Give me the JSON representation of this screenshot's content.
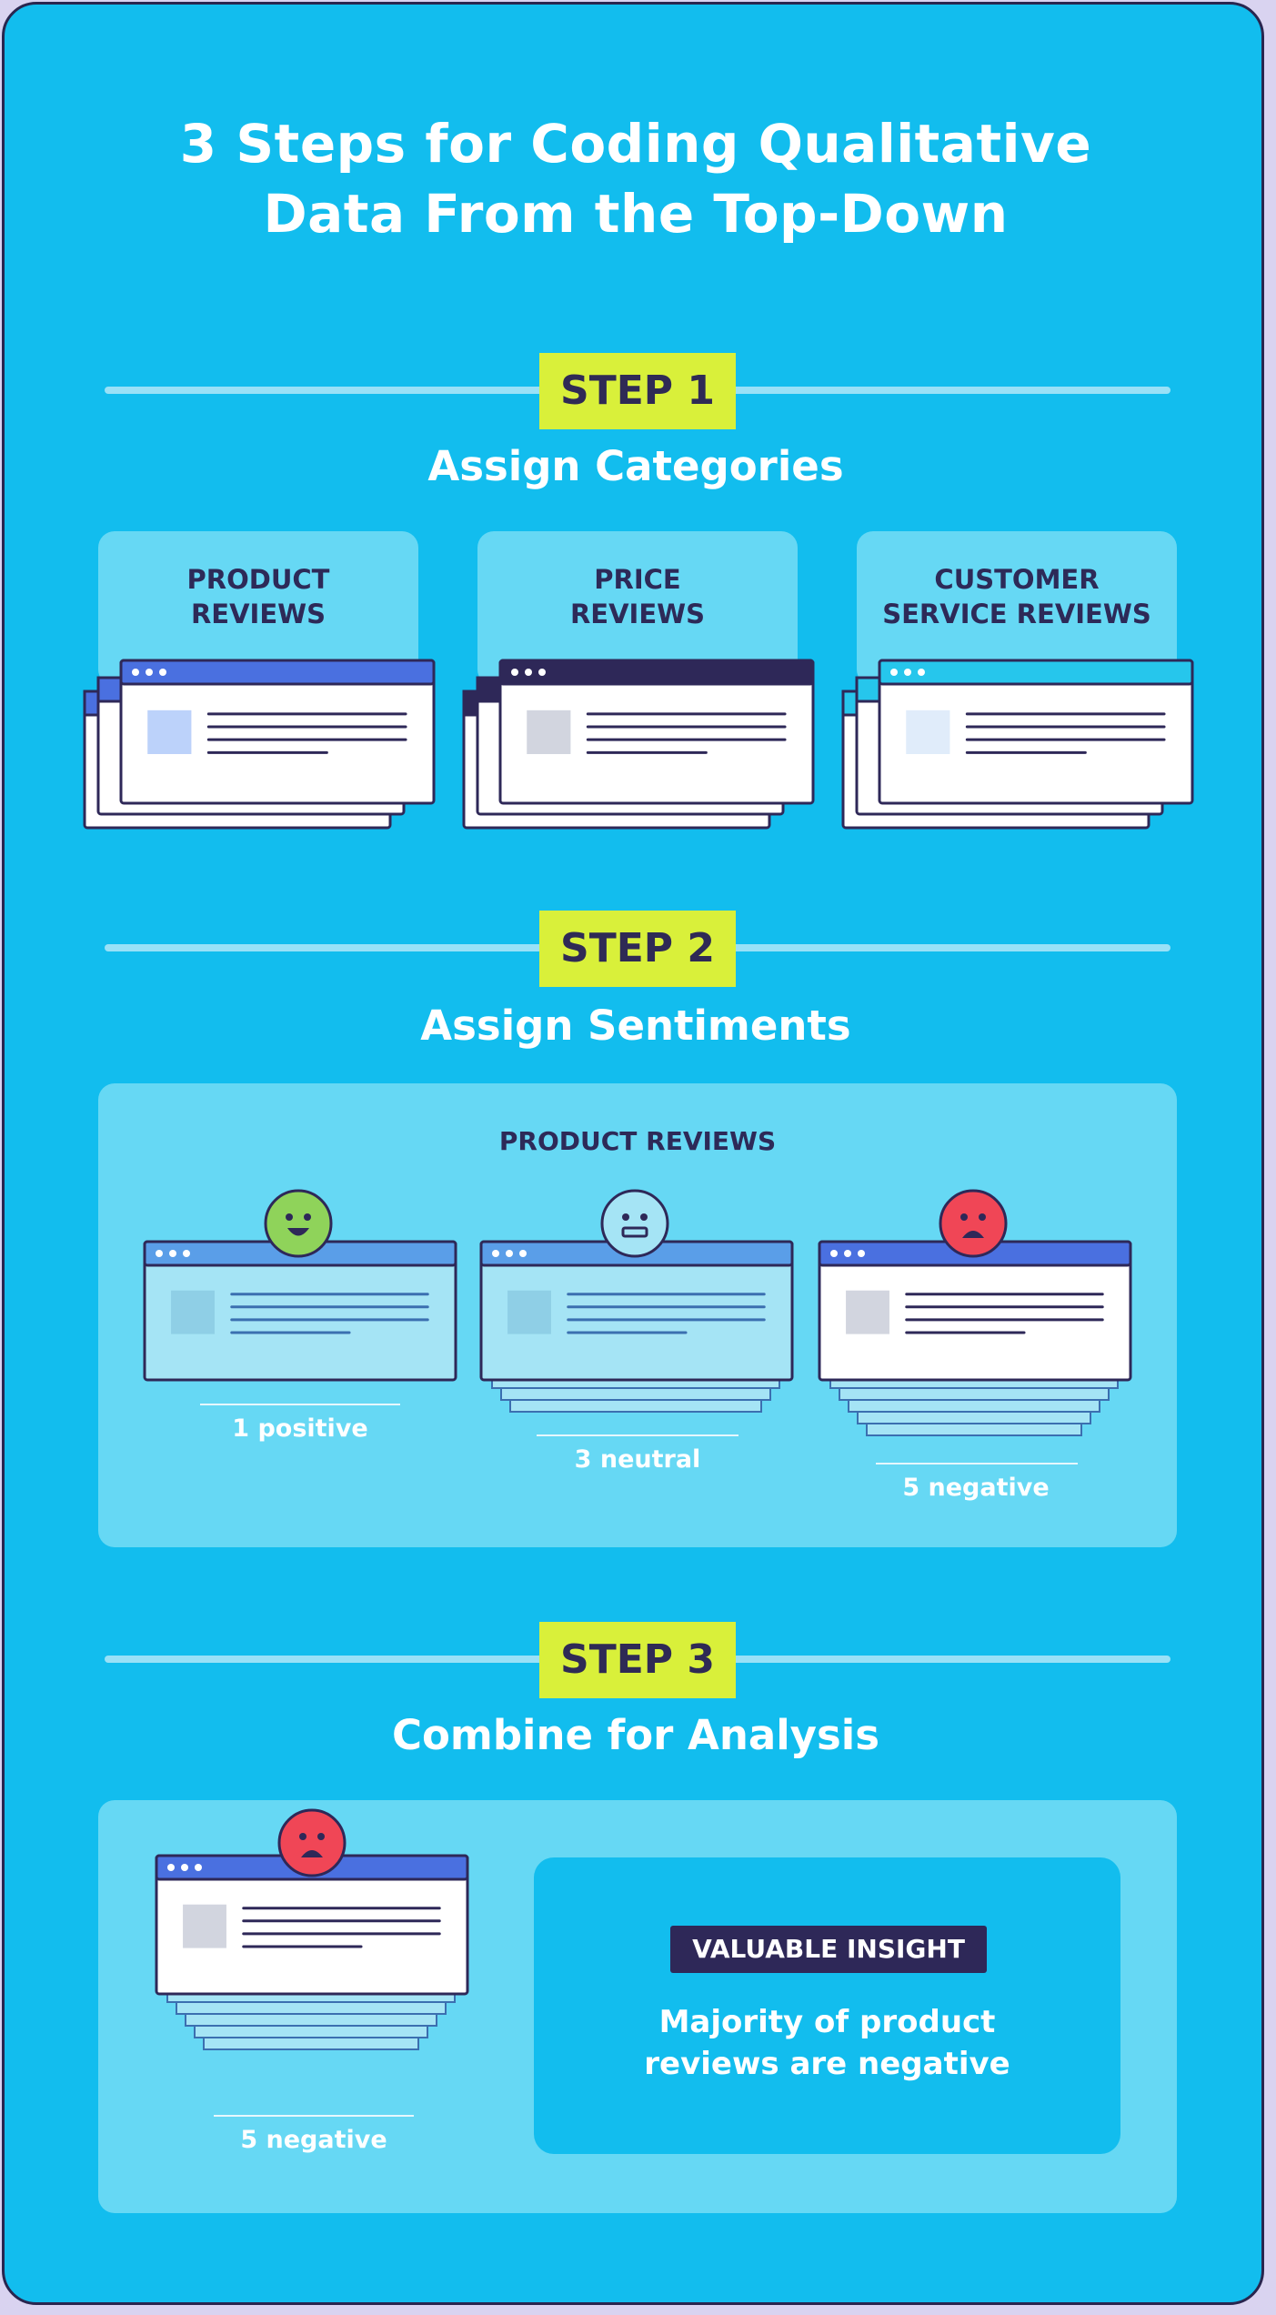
{
  "title": {
    "line1": "3 Steps for Coding Qualitative",
    "line2": "Data From the Top-Down"
  },
  "step1": {
    "badge": "STEP 1",
    "heading": "Assign Categories",
    "categories": [
      {
        "line1": "PRODUCT",
        "line2": "REVIEWS",
        "bar_color": "#4a70e0",
        "thumb_color": "#bcd2fa"
      },
      {
        "line1": "PRICE",
        "line2": "REVIEWS",
        "bar_color": "#2e2858",
        "thumb_color": "#d2d5df"
      },
      {
        "line1": "CUSTOMER",
        "line2": "SERVICE REVIEWS",
        "bar_color": "#26c6ec",
        "thumb_color": "#e0ecfa"
      }
    ]
  },
  "step2": {
    "badge": "STEP 2",
    "heading": "Assign Sentiments",
    "panel_title": "PRODUCT REVIEWS",
    "items": [
      {
        "label": "1 positive",
        "face": "happy-face-icon",
        "face_color": "#8fd35a"
      },
      {
        "label": "3 neutral",
        "face": "neutral-face-icon",
        "face_color": "#a5e4f5"
      },
      {
        "label": "5 negative",
        "face": "sad-face-icon",
        "face_color": "#f04656"
      }
    ]
  },
  "step3": {
    "badge": "STEP 3",
    "heading": "Combine for Analysis",
    "window_label": "5 negative",
    "insight_badge": "VALUABLE INSIGHT",
    "insight_line1": "Majority of product",
    "insight_line2": "reviews are negative"
  },
  "colors": {
    "background": "#12bdee",
    "accent_lime": "#d9f03a",
    "navy": "#2e2858",
    "panel": "#66d8f4"
  }
}
